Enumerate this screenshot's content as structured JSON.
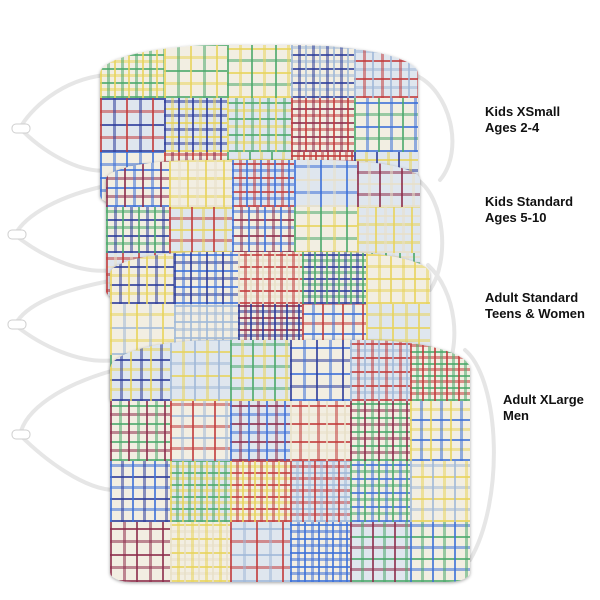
{
  "sizes": [
    {
      "name": "Kids XSmall",
      "ages": "Ages 2-4"
    },
    {
      "name": "Kids Standard",
      "ages": "Ages 5-10"
    },
    {
      "name": "Adult Standard",
      "ages": "Teens & Women"
    },
    {
      "name": "Adult XLarge",
      "ages": "Men"
    }
  ],
  "colors": {
    "background": "#ffffff",
    "ear_loop": "#f4f4f4",
    "plaid_palette": [
      "#2a3a9a",
      "#c23a3a",
      "#3b6fd8",
      "#e8d35a",
      "#4aa86a",
      "#9fb8d8",
      "#e8e0c8",
      "#8c2a4a"
    ]
  }
}
